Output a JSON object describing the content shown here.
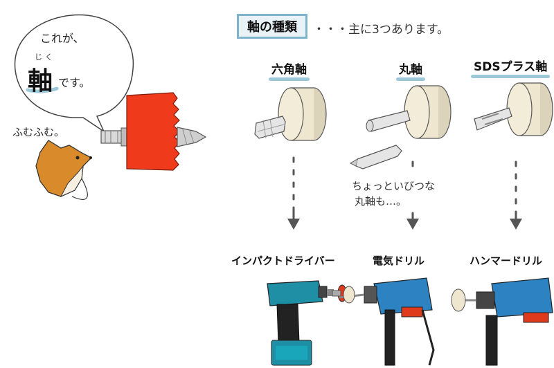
{
  "header": {
    "title": "軸の種類",
    "subtitle": "・・・主に3つあります。"
  },
  "speech_bubble": {
    "line1": "これが、",
    "ruby": "じく",
    "kanji": "軸",
    "suffix": "です。"
  },
  "fox_caption": "ふむふむ。",
  "columns": [
    {
      "label": "六角軸",
      "tool": "インパクトドライバー"
    },
    {
      "label": "丸軸",
      "tool": "電気ドリル"
    },
    {
      "label": "SDSプラス軸",
      "tool": "ハンマードリル"
    }
  ],
  "note": {
    "line1": "ちょっといびつな",
    "line2": "丸軸も…。"
  },
  "colors": {
    "accent_blue": "#7fb3c9",
    "saw_red": "#ef3b1c",
    "felt": "#efe6cf",
    "fox": "#d98a2b",
    "drill_blue": "#2d83c2",
    "impact_teal": "#1f8fa6"
  }
}
